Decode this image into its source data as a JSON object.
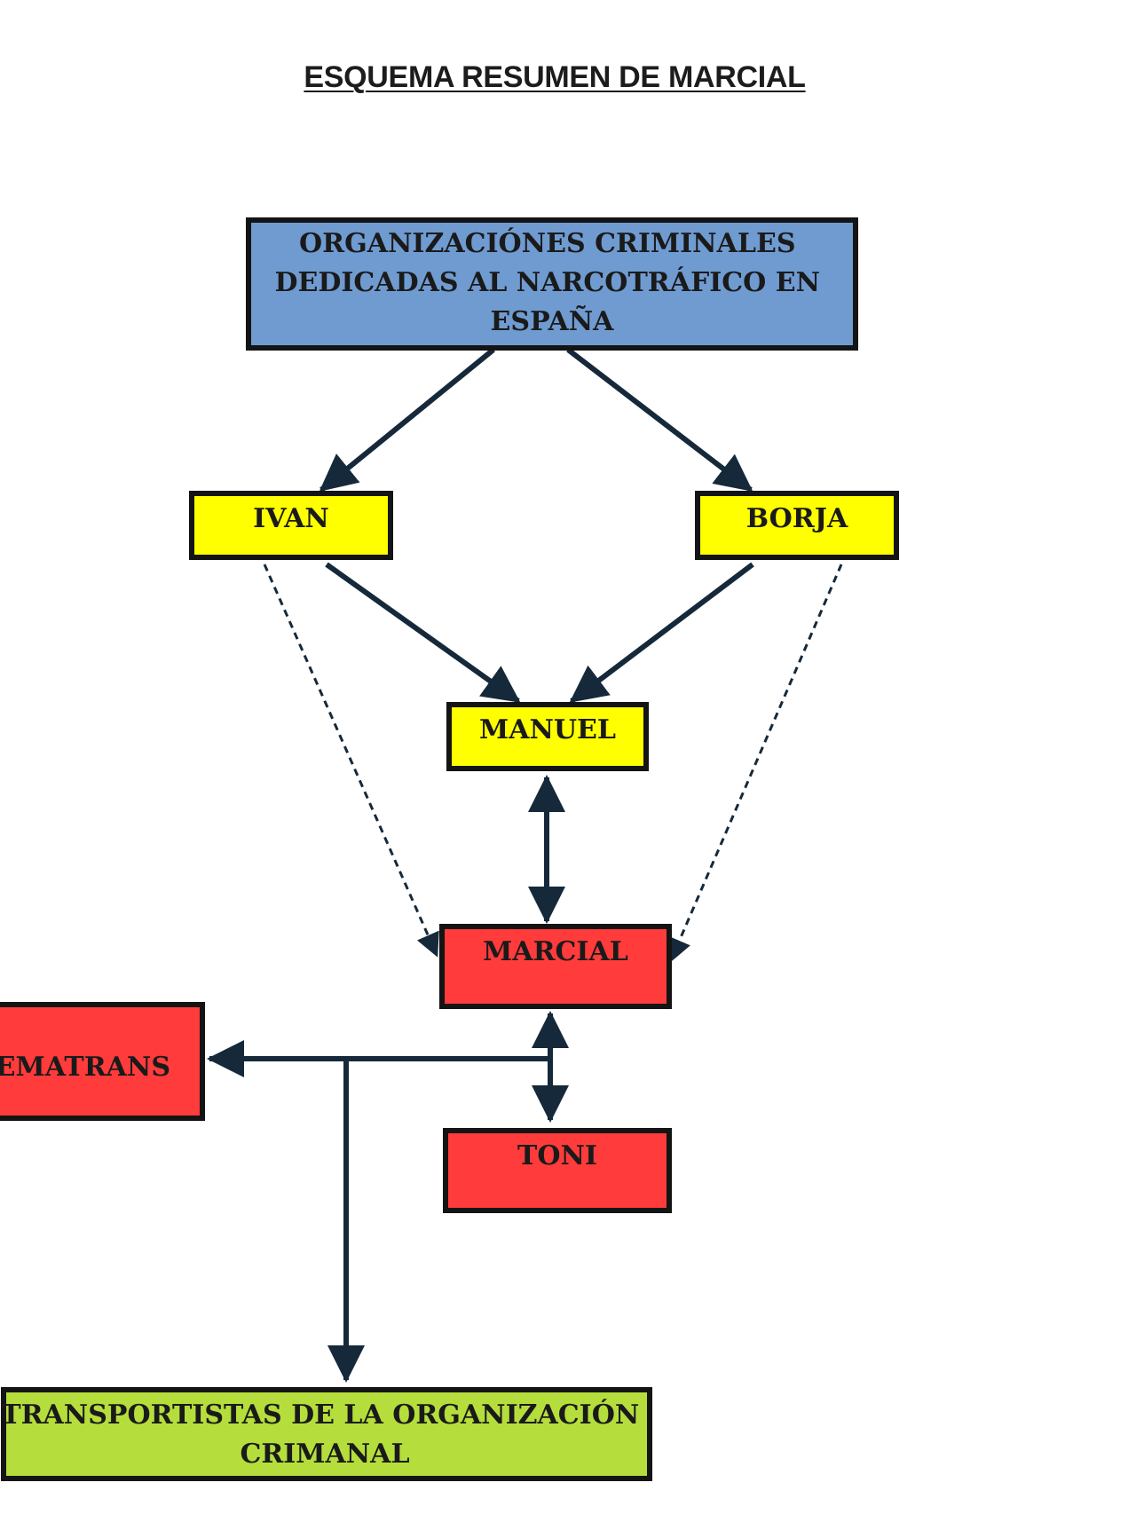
{
  "title": "ESQUEMA RESUMEN DE MARCIAL",
  "colors": {
    "blue_box": "#6f9bd1",
    "yellow_box": "#ffff00",
    "red_box": "#ff3b3b",
    "green_box": "#b5de3c",
    "edge": "#15293a"
  },
  "nodes": {
    "org": {
      "lines": [
        "ORGANIZACIÓNES CRIMINALES",
        "DEDICADAS AL NARCOTRÁFICO EN",
        "ESPAÑA"
      ]
    },
    "ivan": {
      "lines": [
        "IVAN"
      ]
    },
    "borja": {
      "lines": [
        "BORJA"
      ]
    },
    "manuel": {
      "lines": [
        "MANUEL"
      ]
    },
    "marcial": {
      "lines": [
        "MARCIAL"
      ]
    },
    "ematrans": {
      "lines": [
        "EMATRANS"
      ]
    },
    "toni": {
      "lines": [
        "TONI"
      ]
    },
    "transportistas": {
      "lines": [
        "TRANSPORTISTAS DE LA ORGANIZACIÓN",
        "CRIMANAL"
      ]
    }
  }
}
